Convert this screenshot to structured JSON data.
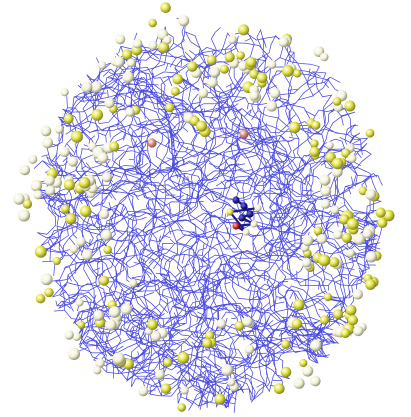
{
  "colors": {
    "background": "#ffffff",
    "backbone": "#2b2bd9",
    "water_light": "#f2f2d8",
    "water_mid": "#e6e64a",
    "water_dark": "#8a8a70",
    "highlight_atom": "#d98a7a",
    "ligand_nitrogen": "#1a1a8c",
    "ligand_oxygen": "#d42020",
    "ligand_carbon": "#e8e8c8"
  },
  "icons": [
    "protein-backbone-wireframe",
    "water-sphere",
    "ligand-cluster"
  ]
}
